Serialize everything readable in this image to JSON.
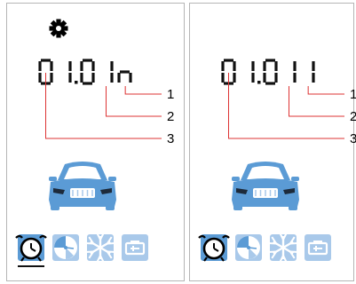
{
  "screens": [
    {
      "id": "left",
      "settings_icon": "gear-icon",
      "display_segments": [
        "0",
        "1",
        ".",
        "0",
        "1",
        "n"
      ],
      "callouts": [
        {
          "number": "1",
          "target": "last-character"
        },
        {
          "number": "2",
          "target": "fifth-digit"
        },
        {
          "number": "3",
          "target": "first-digit"
        }
      ],
      "vehicle_icon": "car-front-icon",
      "bottom_icons": [
        {
          "name": "alarm-clock-icon",
          "selected": true
        },
        {
          "name": "timer-dial-icon",
          "selected": false
        },
        {
          "name": "snowflake-icon",
          "selected": false
        },
        {
          "name": "battery-icon",
          "selected": false
        }
      ]
    },
    {
      "id": "right",
      "settings_icon": null,
      "display_segments": [
        "0",
        "1",
        ".",
        "0",
        "1",
        "1"
      ],
      "callouts": [
        {
          "number": "1",
          "target": "last-character"
        },
        {
          "number": "2",
          "target": "fifth-digit"
        },
        {
          "number": "3",
          "target": "first-digit"
        }
      ],
      "vehicle_icon": "car-front-icon",
      "bottom_icons": [
        {
          "name": "alarm-clock-icon",
          "selected": true
        },
        {
          "name": "timer-dial-icon",
          "selected": false
        },
        {
          "name": "snowflake-icon",
          "selected": false
        },
        {
          "name": "battery-icon",
          "selected": false
        }
      ]
    }
  ],
  "colors": {
    "frame": "#b5b5b5",
    "segment": "#111111",
    "accent": "#5b9bd5",
    "accent_light": "#a9c9ea",
    "underline": "#111111"
  }
}
